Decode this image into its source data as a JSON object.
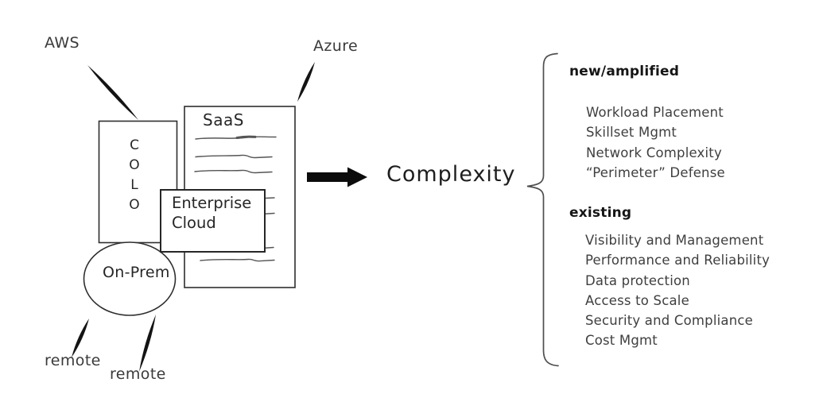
{
  "diagram": {
    "aws_label": "AWS",
    "azure_label": "Azure",
    "remote_label_left": "remote",
    "remote_label_right": "remote",
    "colo": {
      "letters": [
        "C",
        "O",
        "L",
        "O"
      ]
    },
    "saas_label": "SaaS",
    "enterprise_cloud": {
      "line1": "Enterprise",
      "line2": "Cloud"
    },
    "on_prem_label": "On-Prem",
    "complexity_label": "Complexity"
  },
  "panel": {
    "sections": [
      {
        "title": "new/amplified",
        "items": [
          "Workload Placement",
          "Skillset Mgmt",
          "Network Complexity",
          "“Perimeter” Defense"
        ]
      },
      {
        "title": "existing",
        "items": [
          "Visibility and Management",
          "Performance and Reliability",
          "Data protection",
          "Access to Scale",
          "Security and Compliance",
          "Cost Mgmt"
        ]
      }
    ]
  },
  "icons": {
    "complexity_arrow": "arrow-right-icon",
    "brace": "curly-brace-icon"
  },
  "colors": {
    "background": "#ffffff",
    "ink": "#2b2b2b",
    "box_stroke": "#2e2e2e",
    "placeholder_line_gray": "#555555",
    "arrow_black": "#0c0c0c",
    "brace_gray": "#4f4f4f"
  }
}
